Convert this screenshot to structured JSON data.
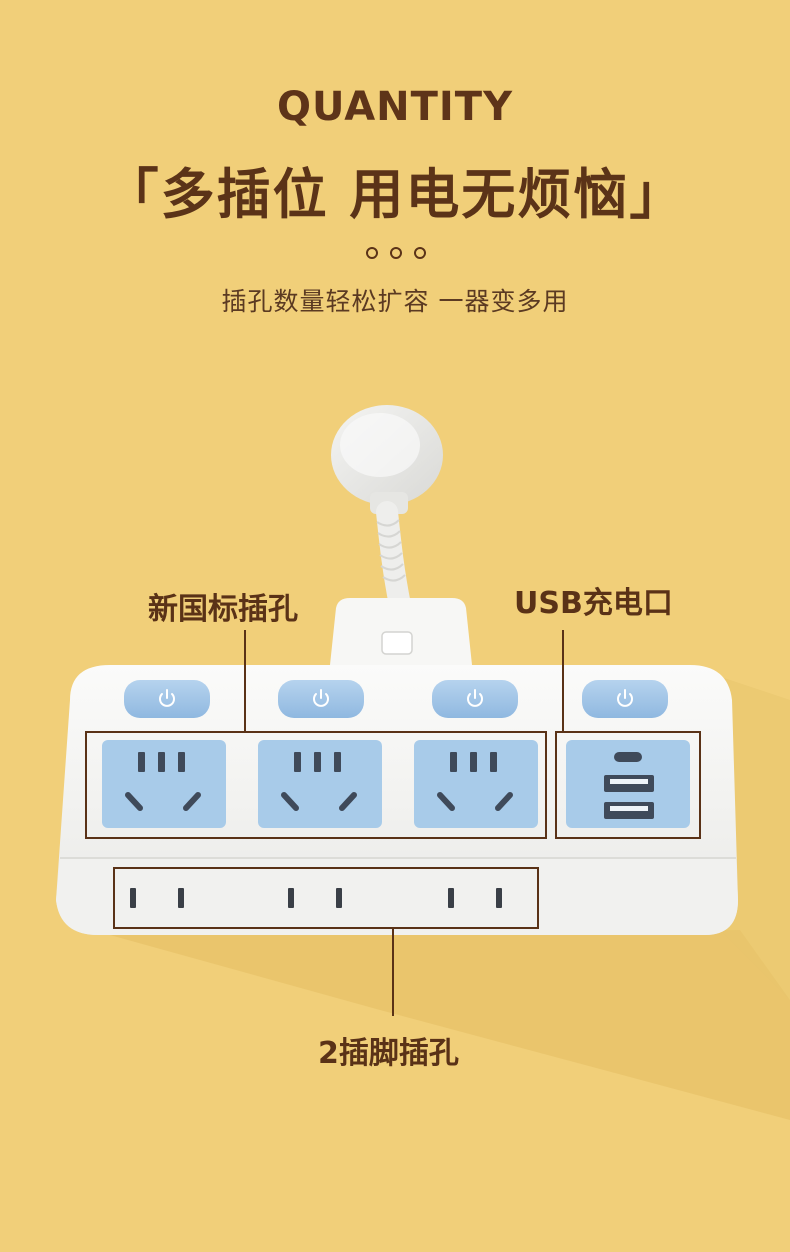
{
  "header": {
    "eyebrow": "QUANTITY",
    "title": "「多插位 用电无烦恼」",
    "subtitle": "插孔数量轻松扩容 一器变多用"
  },
  "callouts": {
    "national_standard": "新国标插孔",
    "usb": "USB充电口",
    "two_pin": "2插脚插孔"
  },
  "colors": {
    "background": "#f1cf79",
    "text": "#5a3217",
    "socket_blue": "#a8cbe9",
    "body_white": "#f6f6f4"
  },
  "icons": {
    "power": "power-icon"
  }
}
